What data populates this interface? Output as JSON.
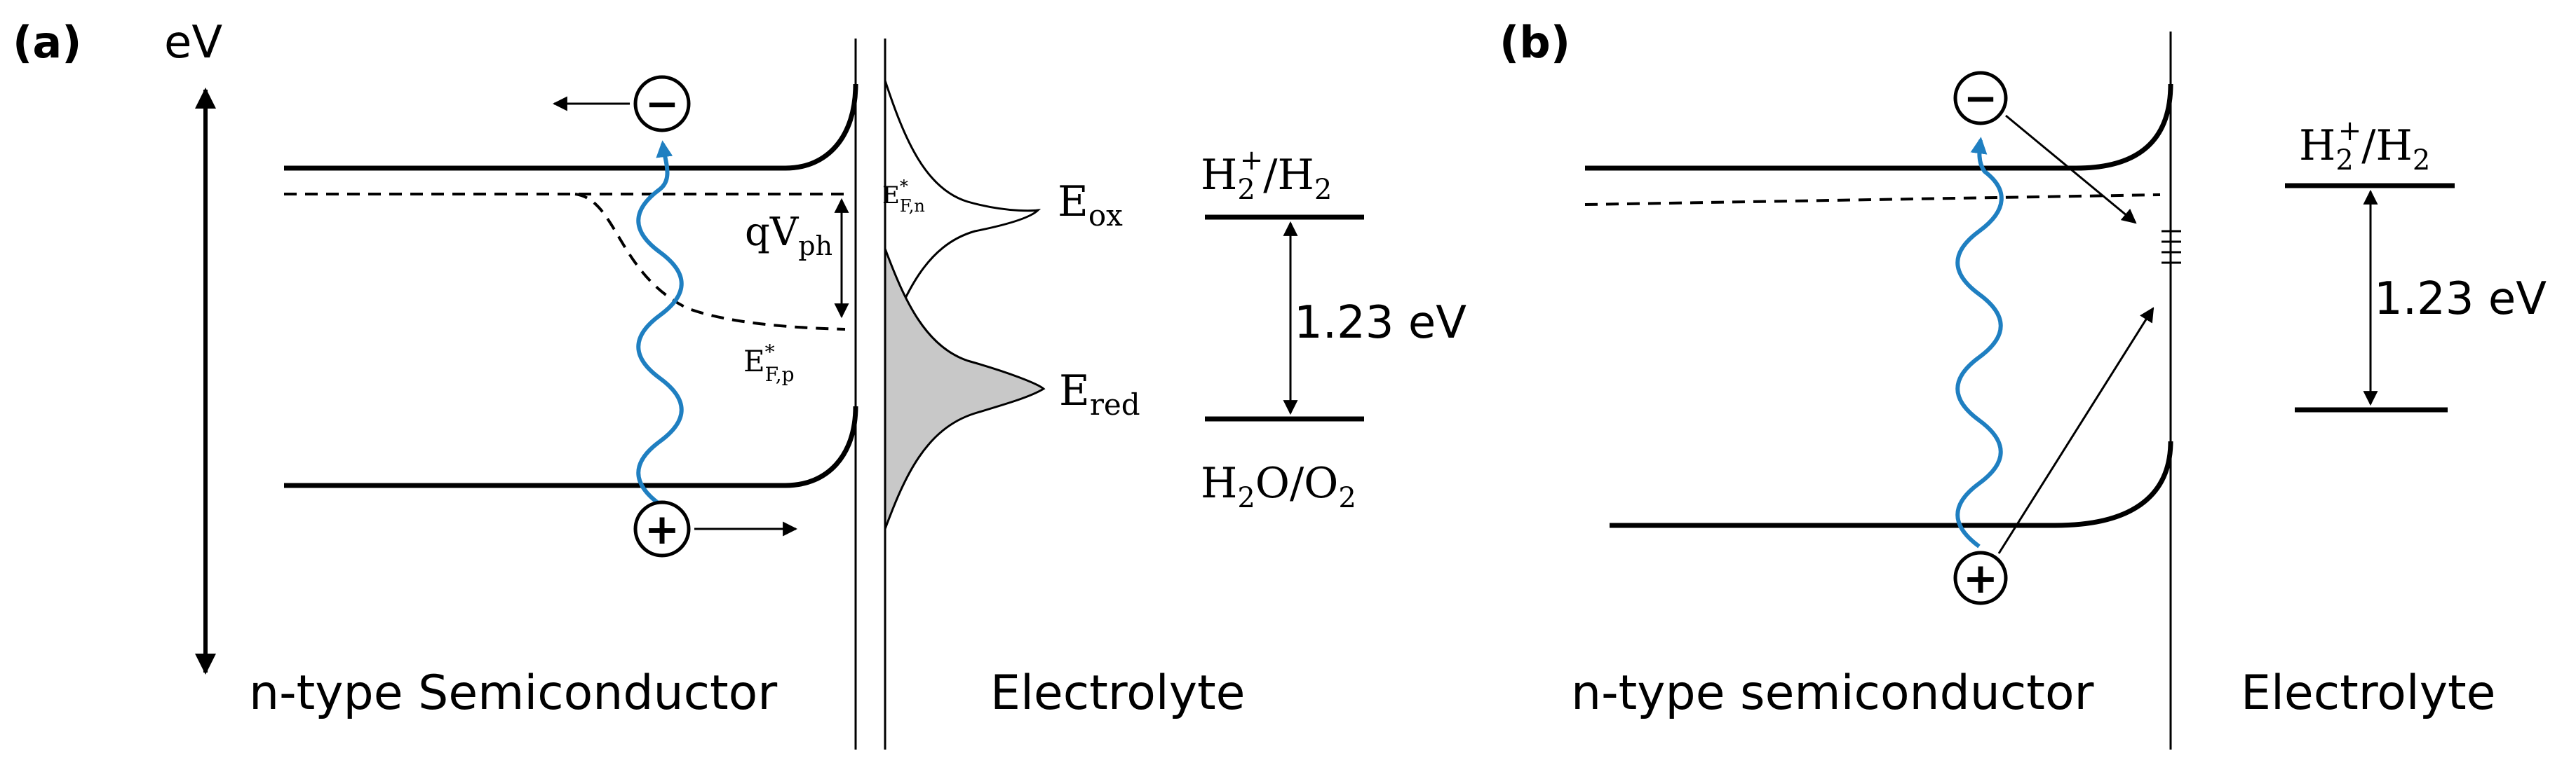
{
  "panel_a": {
    "label": "(a)",
    "energy_axis_label": "eV",
    "semiconductor_label": "n-type Semiconductor",
    "electrolyte_label": "Electrolyte",
    "electron_symbol": "−",
    "hole_symbol": "+",
    "photovoltage_label": {
      "main": "qV",
      "sub": "ph"
    },
    "quasi_fermi_n": {
      "main": "E",
      "sub": "F,n",
      "sup": "*"
    },
    "quasi_fermi_p": {
      "main": "E",
      "sub": "F,p",
      "sup": "*"
    },
    "e_ox": {
      "main": "E",
      "sub": "ox"
    },
    "e_red": {
      "main": "E",
      "sub": "red"
    },
    "redox_top": {
      "a": "H",
      "a_sub": "2",
      "a_sup": "+",
      "slash": "/H",
      "b_sub": "2"
    },
    "redox_bottom": {
      "a": "H",
      "a_sub": "2",
      "mid": "O/O",
      "b_sub": "2"
    },
    "gap_label": "1.23 eV",
    "colors": {
      "photon": "#1f7fc1",
      "line": "#000000",
      "reduced_fill": "#c8c8c8"
    }
  },
  "panel_b": {
    "label": "(b)",
    "semiconductor_label": "n-type semiconductor",
    "electrolyte_label": "Electrolyte",
    "electron_symbol": "−",
    "hole_symbol": "+",
    "redox_top": {
      "a": "H",
      "a_sub": "2",
      "a_sup": "+",
      "slash": "/H",
      "b_sub": "2"
    },
    "gap_label": "1.23 eV",
    "colors": {
      "photon": "#1f7fc1",
      "line": "#000000"
    }
  }
}
